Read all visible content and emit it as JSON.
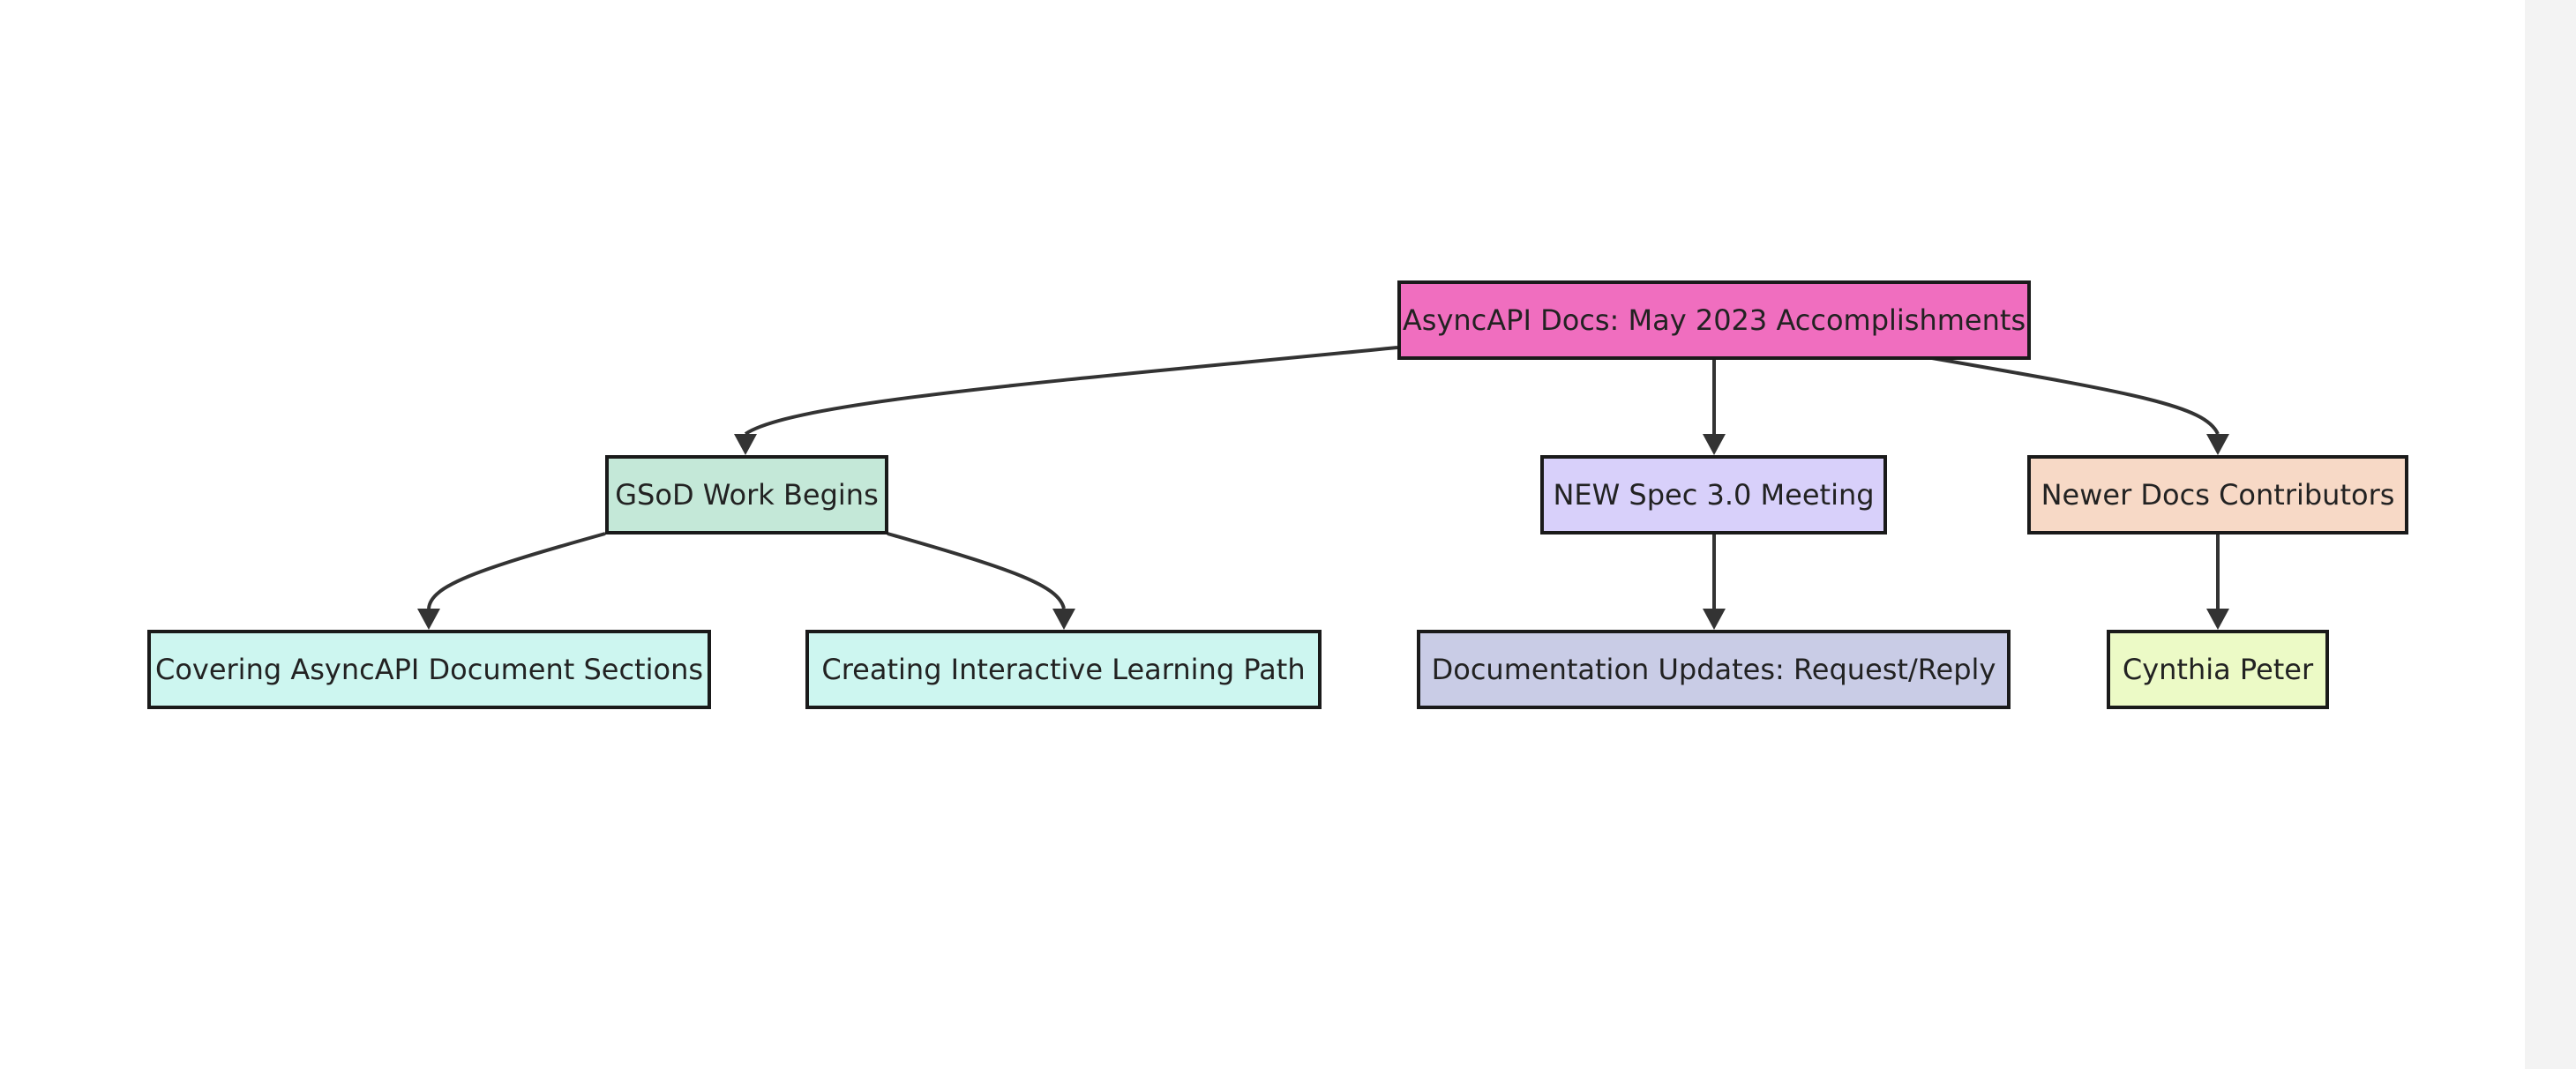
{
  "diagram": {
    "nodes": [
      {
        "id": "root",
        "label": "AsyncAPI Docs: May 2023 Accomplishments",
        "color": "#f06ebf"
      },
      {
        "id": "gsod",
        "label": "GSoD Work Begins",
        "color": "#c4e8d8"
      },
      {
        "id": "spec",
        "label": "NEW Spec 3.0 Meeting",
        "color": "#d8d0fa"
      },
      {
        "id": "newer",
        "label": "Newer Docs Contributors",
        "color": "#f7d9c6"
      },
      {
        "id": "cover",
        "label": "Covering AsyncAPI Document Sections",
        "color": "#cdf6f0"
      },
      {
        "id": "create",
        "label": "Creating Interactive Learning Path",
        "color": "#cdf6f0"
      },
      {
        "id": "doc",
        "label": "Documentation Updates: Request/Reply",
        "color": "#c9cce6"
      },
      {
        "id": "cyn",
        "label": "Cynthia Peter",
        "color": "#ecfac6"
      }
    ],
    "edges": [
      {
        "from": "root",
        "to": "gsod"
      },
      {
        "from": "root",
        "to": "spec"
      },
      {
        "from": "root",
        "to": "newer"
      },
      {
        "from": "gsod",
        "to": "cover"
      },
      {
        "from": "gsod",
        "to": "create"
      },
      {
        "from": "spec",
        "to": "doc"
      },
      {
        "from": "newer",
        "to": "cyn"
      }
    ],
    "edge_color": "#333333"
  }
}
